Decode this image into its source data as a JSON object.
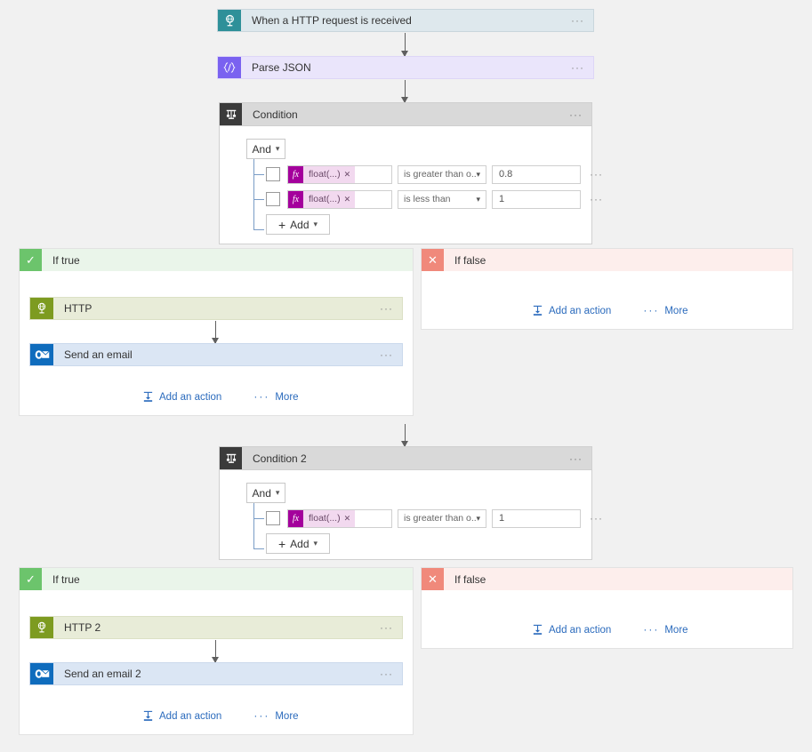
{
  "flow": {
    "trigger": {
      "title": "When a HTTP request is received",
      "icon": "http-request-icon",
      "menu": "···"
    },
    "parse": {
      "title": "Parse JSON",
      "icon": "json-braces-icon",
      "menu": "···"
    },
    "condition1": {
      "title": "Condition",
      "icon": "condition-scale-icon",
      "menu": "···",
      "logic_operator": "And",
      "add_label": "Add",
      "rows": [
        {
          "token": "float(...)",
          "remove": "✕",
          "operator": "is greater than o...",
          "value": "0.8",
          "menu": "···"
        },
        {
          "token": "float(...)",
          "remove": "✕",
          "operator": "is less than",
          "value": "1",
          "menu": "···"
        }
      ]
    },
    "condition1_true": {
      "label": "If true",
      "mark": "✓",
      "actions": [
        {
          "title": "HTTP",
          "type": "http",
          "icon": "http-globe-icon",
          "menu": "···"
        },
        {
          "title": "Send an email",
          "type": "mail",
          "icon": "outlook-mail-icon",
          "menu": "···"
        }
      ],
      "add_action": "Add an action",
      "more": "More",
      "more_dots": "···"
    },
    "condition1_false": {
      "label": "If false",
      "mark": "✕",
      "actions": [],
      "add_action": "Add an action",
      "more": "More",
      "more_dots": "···"
    },
    "condition2": {
      "title": "Condition 2",
      "icon": "condition-scale-icon",
      "menu": "···",
      "logic_operator": "And",
      "add_label": "Add",
      "rows": [
        {
          "token": "float(...)",
          "remove": "✕",
          "operator": "is greater than o...",
          "value": "1",
          "menu": "···"
        }
      ]
    },
    "condition2_true": {
      "label": "If true",
      "mark": "✓",
      "actions": [
        {
          "title": "HTTP 2",
          "type": "http",
          "icon": "http-globe-icon",
          "menu": "···"
        },
        {
          "title": "Send an email 2",
          "type": "mail",
          "icon": "outlook-mail-icon",
          "menu": "···"
        }
      ],
      "add_action": "Add an action",
      "more": "More",
      "more_dots": "···"
    },
    "condition2_false": {
      "label": "If false",
      "mark": "✕",
      "actions": [],
      "add_action": "Add an action",
      "more": "More",
      "more_dots": "···"
    }
  },
  "colors": {
    "canvas": "#f1f1f1",
    "trigger": "#dee8ed",
    "trigger_icon": "#2e9099",
    "parse": "#eae5fb",
    "parse_icon": "#7a62f0",
    "condition_header": "#d9d9d9",
    "condition_icon": "#3b3b3b",
    "http": "#e8ecd8",
    "http_icon": "#7d9b20",
    "mail": "#dbe6f4",
    "mail_icon": "#0f6cbd",
    "true_header": "#eaf5ea",
    "true_mark": "#6cc46c",
    "false_header": "#fdeeec",
    "false_mark": "#f0897b",
    "link": "#2b6bbd",
    "token": "#a4009c",
    "connector": "#7a9cc6"
  }
}
